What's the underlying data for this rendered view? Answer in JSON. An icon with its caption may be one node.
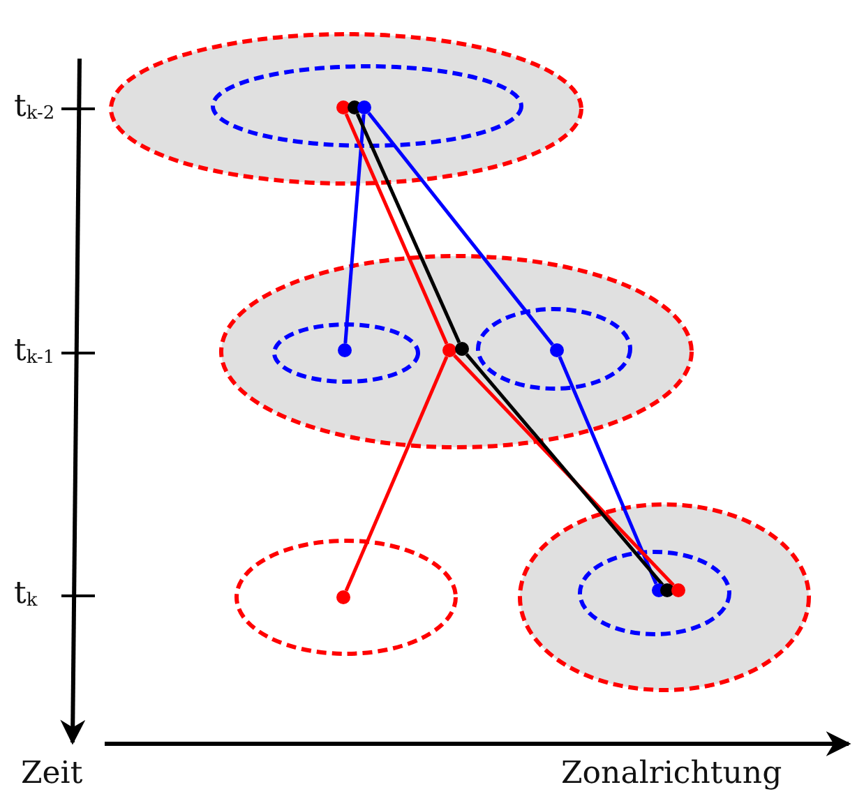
{
  "diagram": {
    "nodes": [
      {
        "text": [],
        "shape": "ellipse"
      },
      {
        "text": [],
        "shape": "ellipse",
        "in": 0
      },
      {
        "text": [],
        "shape": "circle",
        "in": 1
      },
      {
        "text": [],
        "shape": "circle",
        "in": 1
      },
      {
        "text": [],
        "shape": "circle",
        "in": 1
      },
      {
        "text": [],
        "shape": "ellipse"
      },
      {
        "text": [],
        "shape": "ellipse",
        "in": 5
      },
      {
        "text": [],
        "shape": "circle",
        "in": 6
      },
      {
        "text": [],
        "shape": "circle",
        "in": 5
      },
      {
        "text": [],
        "shape": "circle",
        "in": 5
      },
      {
        "text": [],
        "shape": "ellipse",
        "in": 5
      },
      {
        "text": [],
        "shape": "circle",
        "in": 10
      },
      {
        "text": [],
        "shape": "ellipse"
      },
      {
        "text": [],
        "shape": "circle",
        "in": 12
      },
      {
        "text": [],
        "shape": "ellipse"
      },
      {
        "text": [],
        "shape": "ellipse",
        "in": 14
      },
      {
        "text": [],
        "shape": "circle",
        "in": 15
      },
      {
        "text": [],
        "shape": "circle",
        "in": 15
      },
      {
        "text": [],
        "shape": "circle",
        "in": 15
      }
    ],
    "edges": [
      {
        "from": 4,
        "to": 7,
        "arrow": "none",
        "color": "#0000ff"
      },
      {
        "from": 4,
        "to": 11,
        "arrow": "none",
        "color": "#0000ff"
      },
      {
        "from": 11,
        "to": 16,
        "arrow": "none",
        "color": "#0000ff"
      },
      {
        "from": 2,
        "to": 8,
        "arrow": "none",
        "color": "#ff0000"
      },
      {
        "from": 8,
        "to": 13,
        "arrow": "none",
        "color": "#ff0000"
      },
      {
        "from": 8,
        "to": 18,
        "arrow": "none",
        "color": "#ff0000"
      },
      {
        "from": 3,
        "to": 9,
        "arrow": "none",
        "color": "#000000"
      },
      {
        "from": 9,
        "to": 17,
        "arrow": "none",
        "color": "#000000"
      }
    ],
    "labels": [
      "t$_{k-2}$",
      "t$_{k-1}$",
      "t$_{k}$",
      "Zeit",
      "Zonalrichtung"
    ]
  }
}
